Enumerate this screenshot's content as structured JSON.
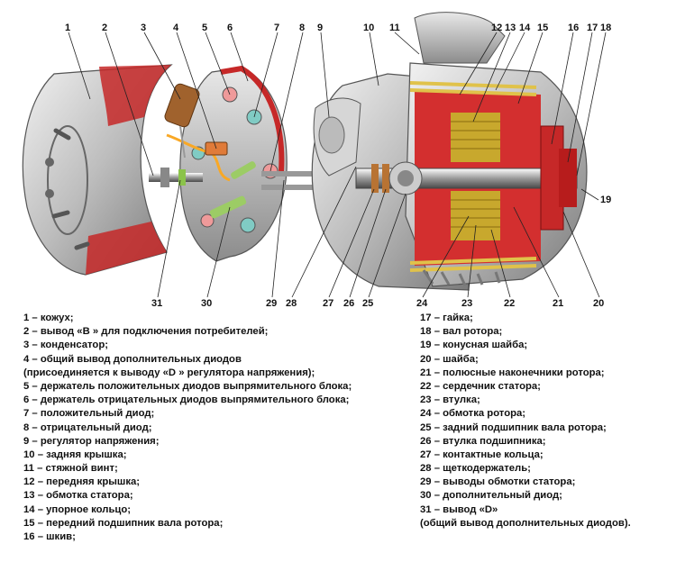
{
  "callouts_top": [
    "1",
    "2",
    "3",
    "4",
    "5",
    "6",
    "7",
    "8",
    "9",
    "10",
    "11",
    "12",
    "13",
    "14",
    "15",
    "16",
    "17",
    "18"
  ],
  "callouts_bottom": [
    "31",
    "30",
    "29",
    "28",
    "27",
    "26",
    "25",
    "24",
    "23",
    "22",
    "21",
    "20"
  ],
  "callout_right": "19",
  "legend_left": [
    "1 – кожух;",
    "2 – вывод «В » для подключения потребителей;",
    "3 – конденсатор;",
    "4 – общий вывод дополнительных диодов",
    "(присоединяется к выводу «D » регулятора напряжения);",
    "5 – держатель положительных диодов выпрямительного блока;",
    "6 – держатель отрицательных диодов выпрямительного блока;",
    "7 – положительный диод;",
    "8 – отрицательный диод;",
    "9 – регулятор напряжения;",
    "10 – задняя крышка;",
    "11 – стяжной винт;",
    "12 – передняя крышка;",
    "13 – обмотка статора;",
    "14 – упорное кольцо;",
    "15 – передний подшипник вала ротора;",
    "16 – шкив;"
  ],
  "legend_right": [
    "17 – гайка;",
    "18 – вал ротора;",
    "19 – конусная шайба;",
    "20 – шайба;",
    "21 – полюсные наконечники ротора;",
    "22 – сердечник статора;",
    "23 – втулка;",
    "24 – обмотка ротора;",
    "25 – задний подшипник вала ротора;",
    "26 – втулка подшипника;",
    "27 – контактные кольца;",
    "28 – щеткодержатель;",
    "29 – выводы обмотки статора;",
    "30 – дополнительный диод;",
    "31 – вывод «D»",
    "(общий вывод дополнительных диодов)."
  ]
}
